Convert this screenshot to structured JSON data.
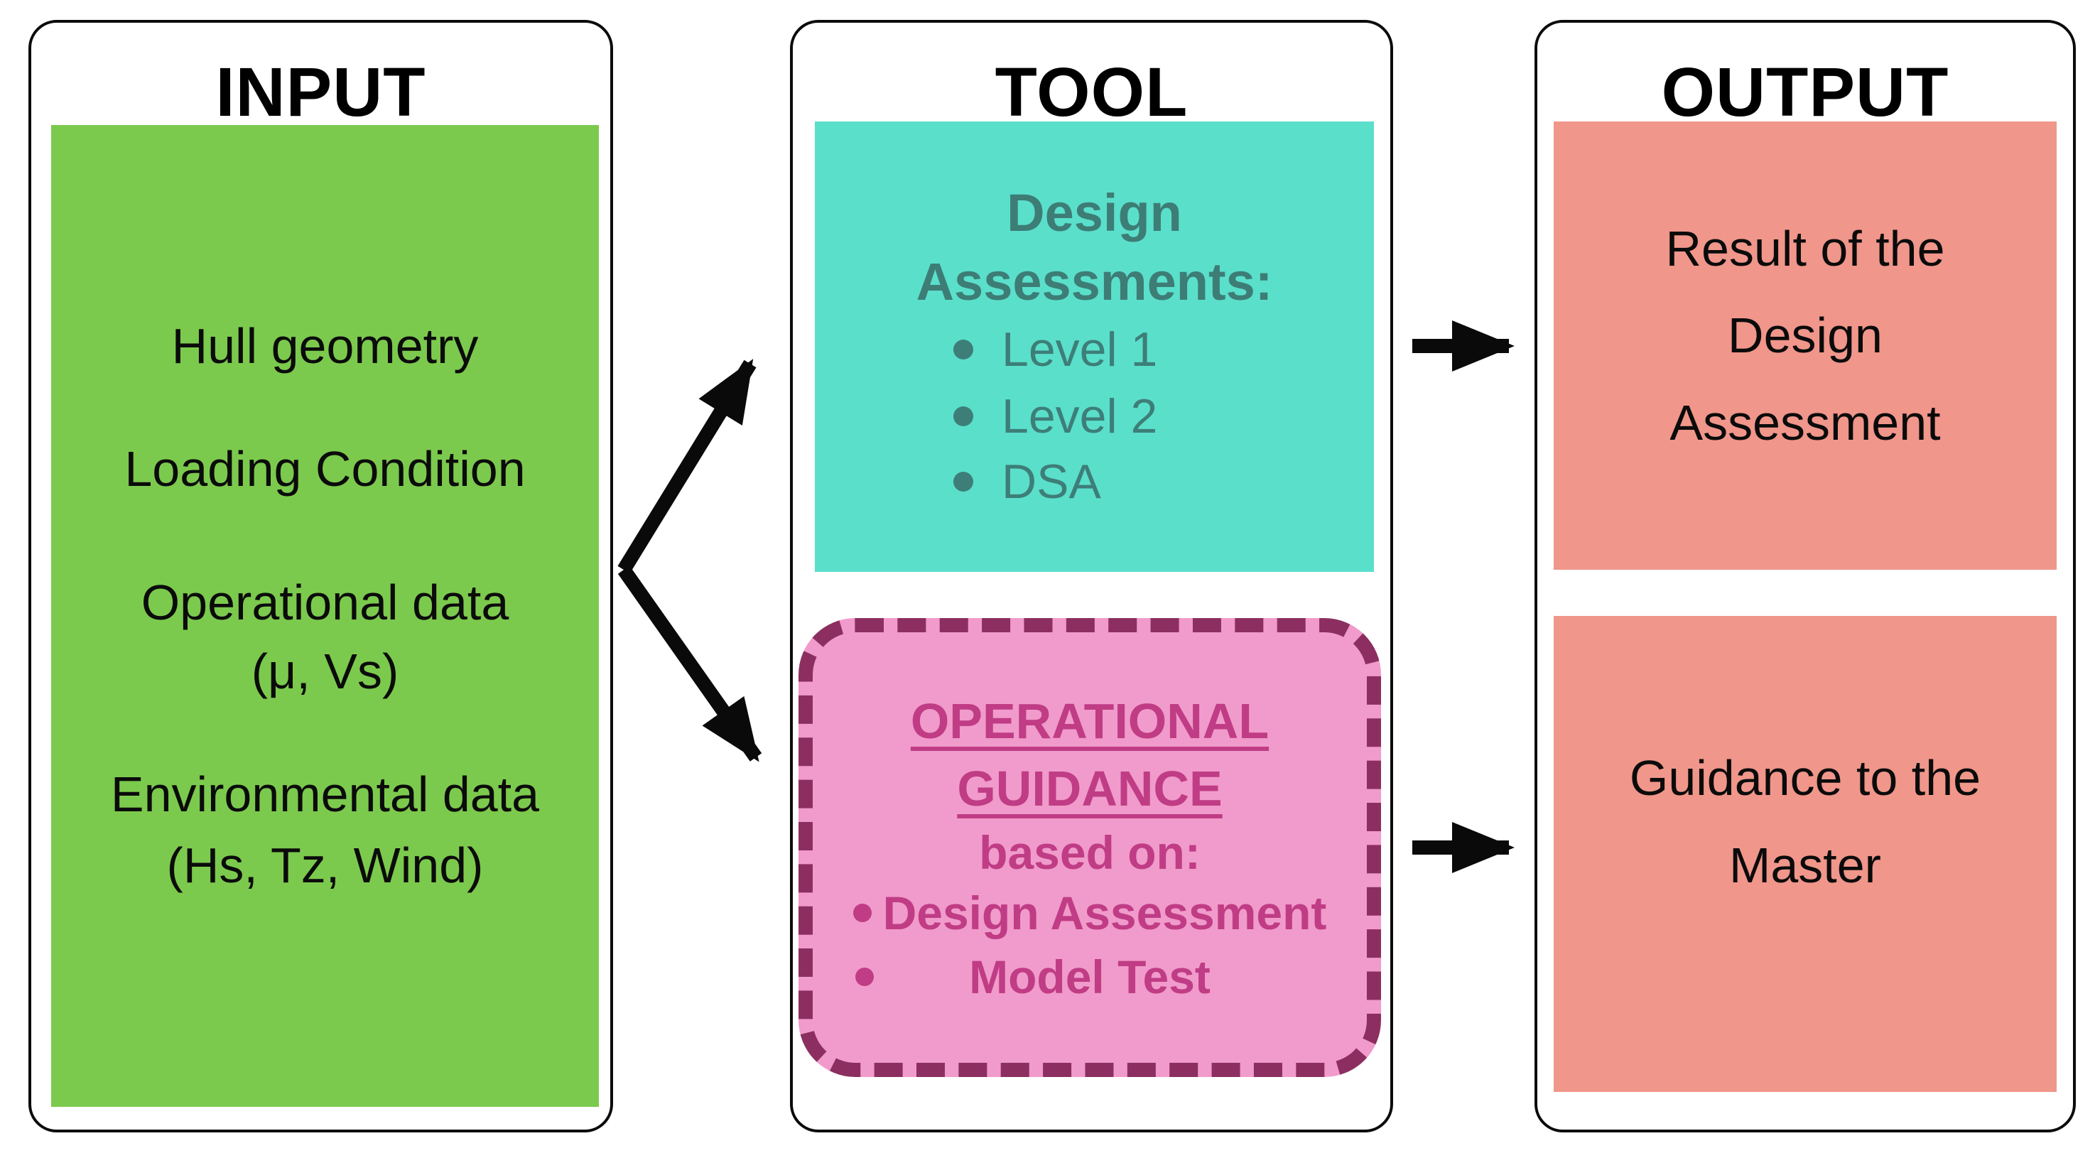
{
  "input": {
    "title": "INPUT",
    "lines": {
      "hull": "Hull geometry",
      "loading": "Loading Condition",
      "operational": "Operational data",
      "operational_params": "(μ, Vs)",
      "environmental": "Environmental data",
      "environmental_params": "(Hs, Tz, Wind)"
    }
  },
  "tool": {
    "title": "TOOL",
    "design_assessments": {
      "title_line1": "Design",
      "title_line2": "Assessments:",
      "bullets": [
        "Level 1",
        "Level 2",
        "DSA"
      ]
    },
    "operational_guidance": {
      "title_line1": "OPERATIONAL",
      "title_line2": "GUIDANCE",
      "subtitle": "based on:",
      "bullets": [
        "Design Assessment",
        "Model Test"
      ]
    }
  },
  "output": {
    "title": "OUTPUT",
    "result_box": {
      "line1": "Result of the",
      "line2": "Design",
      "line3": "Assessment"
    },
    "guidance_box": {
      "line1": "Guidance to the",
      "line2": "Master"
    }
  },
  "colors": {
    "input_box": "#7CCA4D",
    "assessment_box": "#5ADFCB",
    "assessment_text": "#3D7D76",
    "guidance_fill": "#F09BCB",
    "guidance_border": "#8C2F60",
    "guidance_text": "#C03C85",
    "output_box": "#F0968A",
    "panel_border": "#0b0b0b",
    "arrow": "#0a0a0a"
  }
}
